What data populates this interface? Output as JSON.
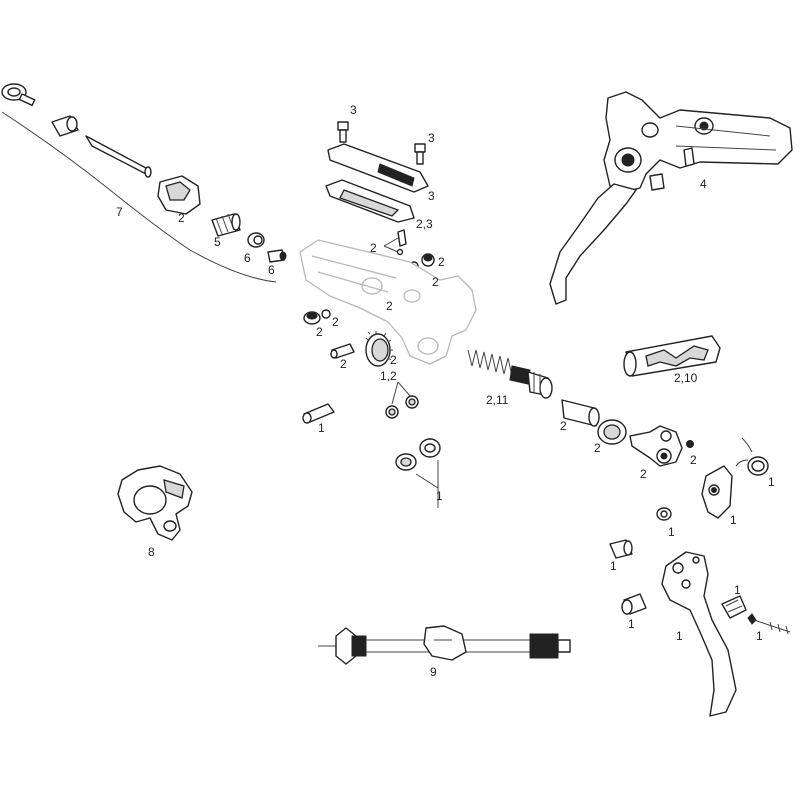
{
  "labels": {
    "l3a": "3",
    "l3b": "3",
    "l3c": "3",
    "l23": "2,3",
    "l2_cap": "2",
    "l2_nut": "2",
    "l2_lever_a": "2",
    "l2_lever_b": "2",
    "l7": "7",
    "l2_clamp": "2",
    "l5": "5",
    "l6a": "6",
    "l6b": "6",
    "l2_boot": "2",
    "l2_pin": "2",
    "l12": "1,2",
    "l1_pin": "1",
    "l1_washers": "1",
    "l211": "2,11",
    "l2_sleeve": "2",
    "l2_cup": "2",
    "l2_cam": "2",
    "l2_cam2": "2",
    "l4": "4",
    "l210": "2,10",
    "l1_spring": "1",
    "l1_plate": "1",
    "l1_washer": "1",
    "l1_knob": "1",
    "l1_bush": "1",
    "l1_blade": "1",
    "l1_clip": "1",
    "l1_screw": "1",
    "l8": "8",
    "l9": "9"
  }
}
